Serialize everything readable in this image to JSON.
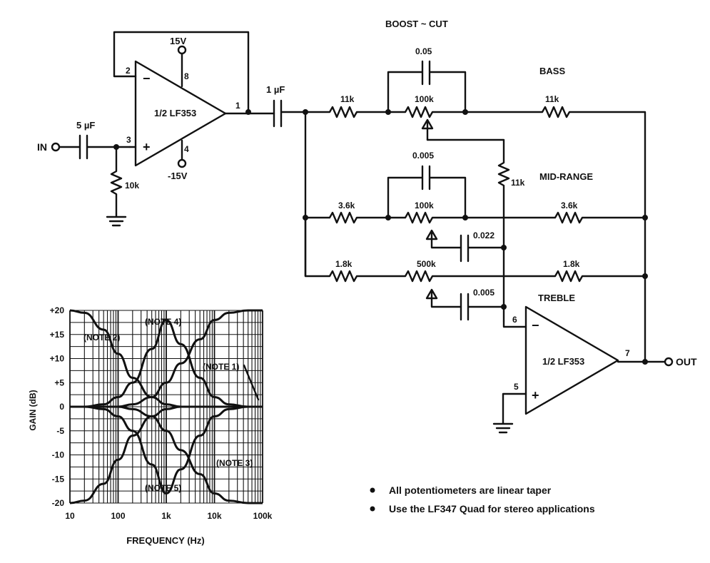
{
  "labels": {
    "boost_cut": "BOOST ~ CUT",
    "bass": "BASS",
    "mid_range": "MID-RANGE",
    "treble": "TREBLE",
    "in": "IN",
    "out": "OUT",
    "opamp1": "1/2 LF353",
    "opamp2": "1/2 LF353",
    "v_pos": "15V",
    "v_neg": "-15V"
  },
  "pins": {
    "p2": "2",
    "p3": "3",
    "p8": "8",
    "p4": "4",
    "p1": "1",
    "p6": "6",
    "p5": "5",
    "p7": "7"
  },
  "components": {
    "c_in": "5 µF",
    "r_in": "10k",
    "c_couple": "1 µF",
    "r_bass_in": "11k",
    "pot_bass": "100k",
    "c_bass": "0.05",
    "r_bass_out": "11k",
    "r_wiper": "11k",
    "c_mid": "0.005",
    "r_mid_in": "3.6k",
    "pot_mid": "100k",
    "r_mid_out": "3.6k",
    "c_mid_wiper": "0.022",
    "r_treble_in": "1.8k",
    "pot_treble": "500k",
    "r_treble_out": "1.8k",
    "c_treble_wiper": "0.005"
  },
  "notes": [
    "All potentiometers are linear taper",
    "Use the LF347 Quad for stereo applications"
  ],
  "chart_data": {
    "type": "line",
    "title": "",
    "xlabel": "FREQUENCY (Hz)",
    "ylabel": "GAIN (dB)",
    "xscale": "log",
    "xlim": [
      10,
      100000
    ],
    "ylim": [
      -20,
      20
    ],
    "xticks": [
      "10",
      "100",
      "1k",
      "10k",
      "100k"
    ],
    "yticks": [
      "+20",
      "+15",
      "+10",
      "+5",
      "0",
      "-5",
      "-10",
      "-15",
      "-20"
    ],
    "annotations": [
      "(NOTE 1)",
      "(NOTE 2)",
      "(NOTE 3)",
      "(NOTE 4)",
      "(NOTE 5)"
    ],
    "series": [
      {
        "x": [
          10,
          20,
          50,
          100,
          200,
          500,
          1000,
          2000,
          5000,
          10000,
          20000,
          50000,
          100000
        ],
        "y": [
          20,
          19.5,
          16,
          11,
          6,
          2,
          0.5,
          0,
          0,
          0,
          0,
          0,
          0
        ]
      },
      {
        "x": [
          10,
          20,
          50,
          100,
          200,
          500,
          1000,
          2000,
          5000,
          10000,
          20000,
          50000,
          100000
        ],
        "y": [
          -20,
          -19.5,
          -16,
          -11,
          -6,
          -2,
          -0.5,
          0,
          0,
          0,
          0,
          0,
          0
        ]
      },
      {
        "x": [
          10,
          20,
          50,
          100,
          200,
          500,
          1000,
          2000,
          5000,
          10000,
          20000,
          50000,
          100000
        ],
        "y": [
          0,
          0,
          0.5,
          2,
          5,
          12,
          18,
          13,
          6,
          2,
          0.5,
          0,
          0
        ]
      },
      {
        "x": [
          10,
          20,
          50,
          100,
          200,
          500,
          1000,
          2000,
          5000,
          10000,
          20000,
          50000,
          100000
        ],
        "y": [
          0,
          0,
          -0.5,
          -2,
          -5,
          -12,
          -18,
          -13,
          -6,
          -2,
          -0.5,
          0,
          0
        ]
      },
      {
        "x": [
          10,
          20,
          50,
          100,
          200,
          500,
          1000,
          2000,
          5000,
          10000,
          20000,
          50000,
          100000
        ],
        "y": [
          0,
          0,
          0,
          0,
          0.5,
          2,
          5,
          9,
          14,
          18,
          19.5,
          20,
          20
        ]
      },
      {
        "x": [
          10,
          20,
          50,
          100,
          200,
          500,
          1000,
          2000,
          5000,
          10000,
          20000,
          50000,
          100000
        ],
        "y": [
          0,
          0,
          0,
          0,
          -0.5,
          -2,
          -5,
          -9,
          -14,
          -18,
          -19.5,
          -20,
          -20
        ]
      }
    ]
  }
}
